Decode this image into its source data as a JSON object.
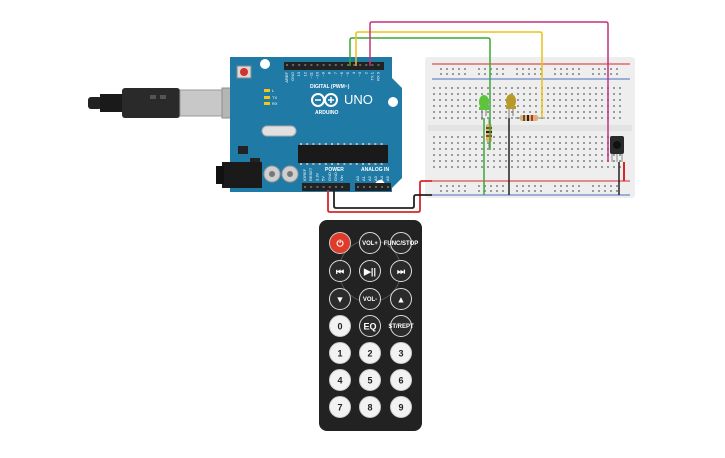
{
  "colors": {
    "board": "#1f7aa6",
    "board_dark": "#16617f",
    "breadboard": "#eeeeee",
    "remote": "#222222",
    "button": "#f2f2f2",
    "power_button": "#e03b2a",
    "wire_red": "#d9252a",
    "wire_black": "#222222",
    "wire_green": "#3aa935",
    "wire_yellow": "#e8c21a",
    "wire_magenta": "#c2337d",
    "led_green": "#5cc33a",
    "led_yellow": "#b89a2a"
  },
  "arduino": {
    "model": "UNO",
    "brand": "ARDUINO",
    "digital_header": "DIGITAL (PWM~)",
    "power_header": "POWER",
    "analog_header": "ANALOG IN",
    "tx": "TX",
    "rx": "RX",
    "l_led": "L",
    "digital_pins": [
      "AREF",
      "GND",
      "13",
      "12",
      "~11",
      "~10",
      "~9",
      "8",
      "7",
      "~6",
      "~5",
      "4",
      "~3",
      "2",
      "TX 1",
      "RX 0"
    ],
    "power_pins": [
      "IOREF",
      "RESET",
      "3.3V",
      "5V",
      "GND",
      "GND",
      "Vin"
    ],
    "analog_pins": [
      "A0",
      "A1",
      "A2",
      "A3",
      "A4",
      "A5"
    ]
  },
  "remote": {
    "buttons": [
      {
        "name": "power",
        "label": "⏻"
      },
      {
        "name": "vol-up",
        "label": "VOL+"
      },
      {
        "name": "func-stop",
        "label": "FUNC/STOP"
      },
      {
        "name": "prev",
        "label": "⏮"
      },
      {
        "name": "play-pause",
        "label": "▶||"
      },
      {
        "name": "next",
        "label": "⏭"
      },
      {
        "name": "down",
        "label": "▼"
      },
      {
        "name": "vol-down",
        "label": "VOL-"
      },
      {
        "name": "up",
        "label": "▲"
      },
      {
        "name": "0",
        "label": "0"
      },
      {
        "name": "eq",
        "label": "EQ"
      },
      {
        "name": "st-rept",
        "label": "ST/REPT"
      },
      {
        "name": "1",
        "label": "1"
      },
      {
        "name": "2",
        "label": "2"
      },
      {
        "name": "3",
        "label": "3"
      },
      {
        "name": "4",
        "label": "4"
      },
      {
        "name": "5",
        "label": "5"
      },
      {
        "name": "6",
        "label": "6"
      },
      {
        "name": "7",
        "label": "7"
      },
      {
        "name": "8",
        "label": "8"
      },
      {
        "name": "9",
        "label": "9"
      }
    ]
  }
}
